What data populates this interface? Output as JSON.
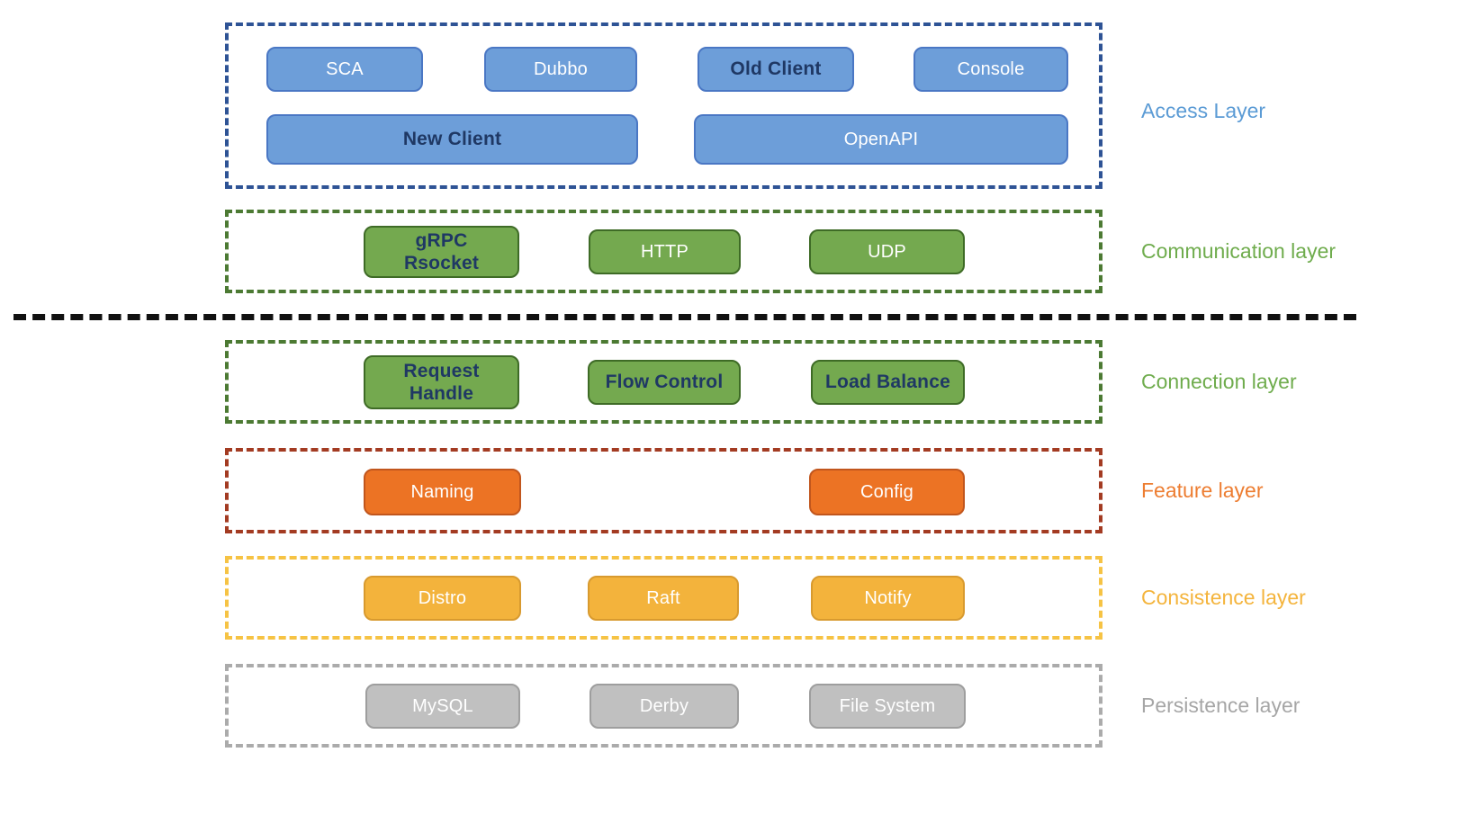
{
  "palette": {
    "access_border": "#2E5395",
    "access_label": "#5B9BD5",
    "blue_box_bg": "#6D9ED9",
    "blue_box_border": "#4A77C4",
    "navy_text": "#1F3864",
    "green_container_border": "#4C7A33",
    "green_label": "#6FAC4D",
    "green_box_bg": "#74A94F",
    "green_box_border": "#3E6B26",
    "orange_box_bg": "#EC7324",
    "orange_box_border": "#C1561D",
    "feature_container_border": "#A33B22",
    "feature_label": "#ED7D31",
    "amber_box_bg": "#F3B33C",
    "amber_box_border": "#D89A2F",
    "consistence_container_border": "#F6C344",
    "consistence_label": "#F4B43C",
    "gray_box_bg": "#C0C0C0",
    "gray_box_border": "#9E9E9E",
    "persistence_container_border": "#ABABAB",
    "persistence_label": "#A6A6A6",
    "divider_color": "#111111",
    "white_text": "#FFFFFF"
  },
  "layers": {
    "access": {
      "label": "Access Layer",
      "boxes": {
        "sca": "SCA",
        "dubbo": "Dubbo",
        "old_client": "Old Client",
        "console": "Console",
        "new_client": "New Client",
        "openapi": "OpenAPI"
      }
    },
    "communication": {
      "label": "Communication layer",
      "boxes": {
        "grpc_rsocket": "gRPC\nRsocket",
        "http": "HTTP",
        "udp": "UDP"
      }
    },
    "connection": {
      "label": "Connection layer",
      "boxes": {
        "request_handle": "Request\nHandle",
        "flow_control": "Flow Control",
        "load_balance": "Load Balance"
      }
    },
    "feature": {
      "label": "Feature layer",
      "boxes": {
        "naming": "Naming",
        "config": "Config"
      }
    },
    "consistence": {
      "label": "Consistence layer",
      "boxes": {
        "distro": "Distro",
        "raft": "Raft",
        "notify": "Notify"
      }
    },
    "persistence": {
      "label": "Persistence layer",
      "boxes": {
        "mysql": "MySQL",
        "derby": "Derby",
        "file_system": "File System"
      }
    }
  }
}
